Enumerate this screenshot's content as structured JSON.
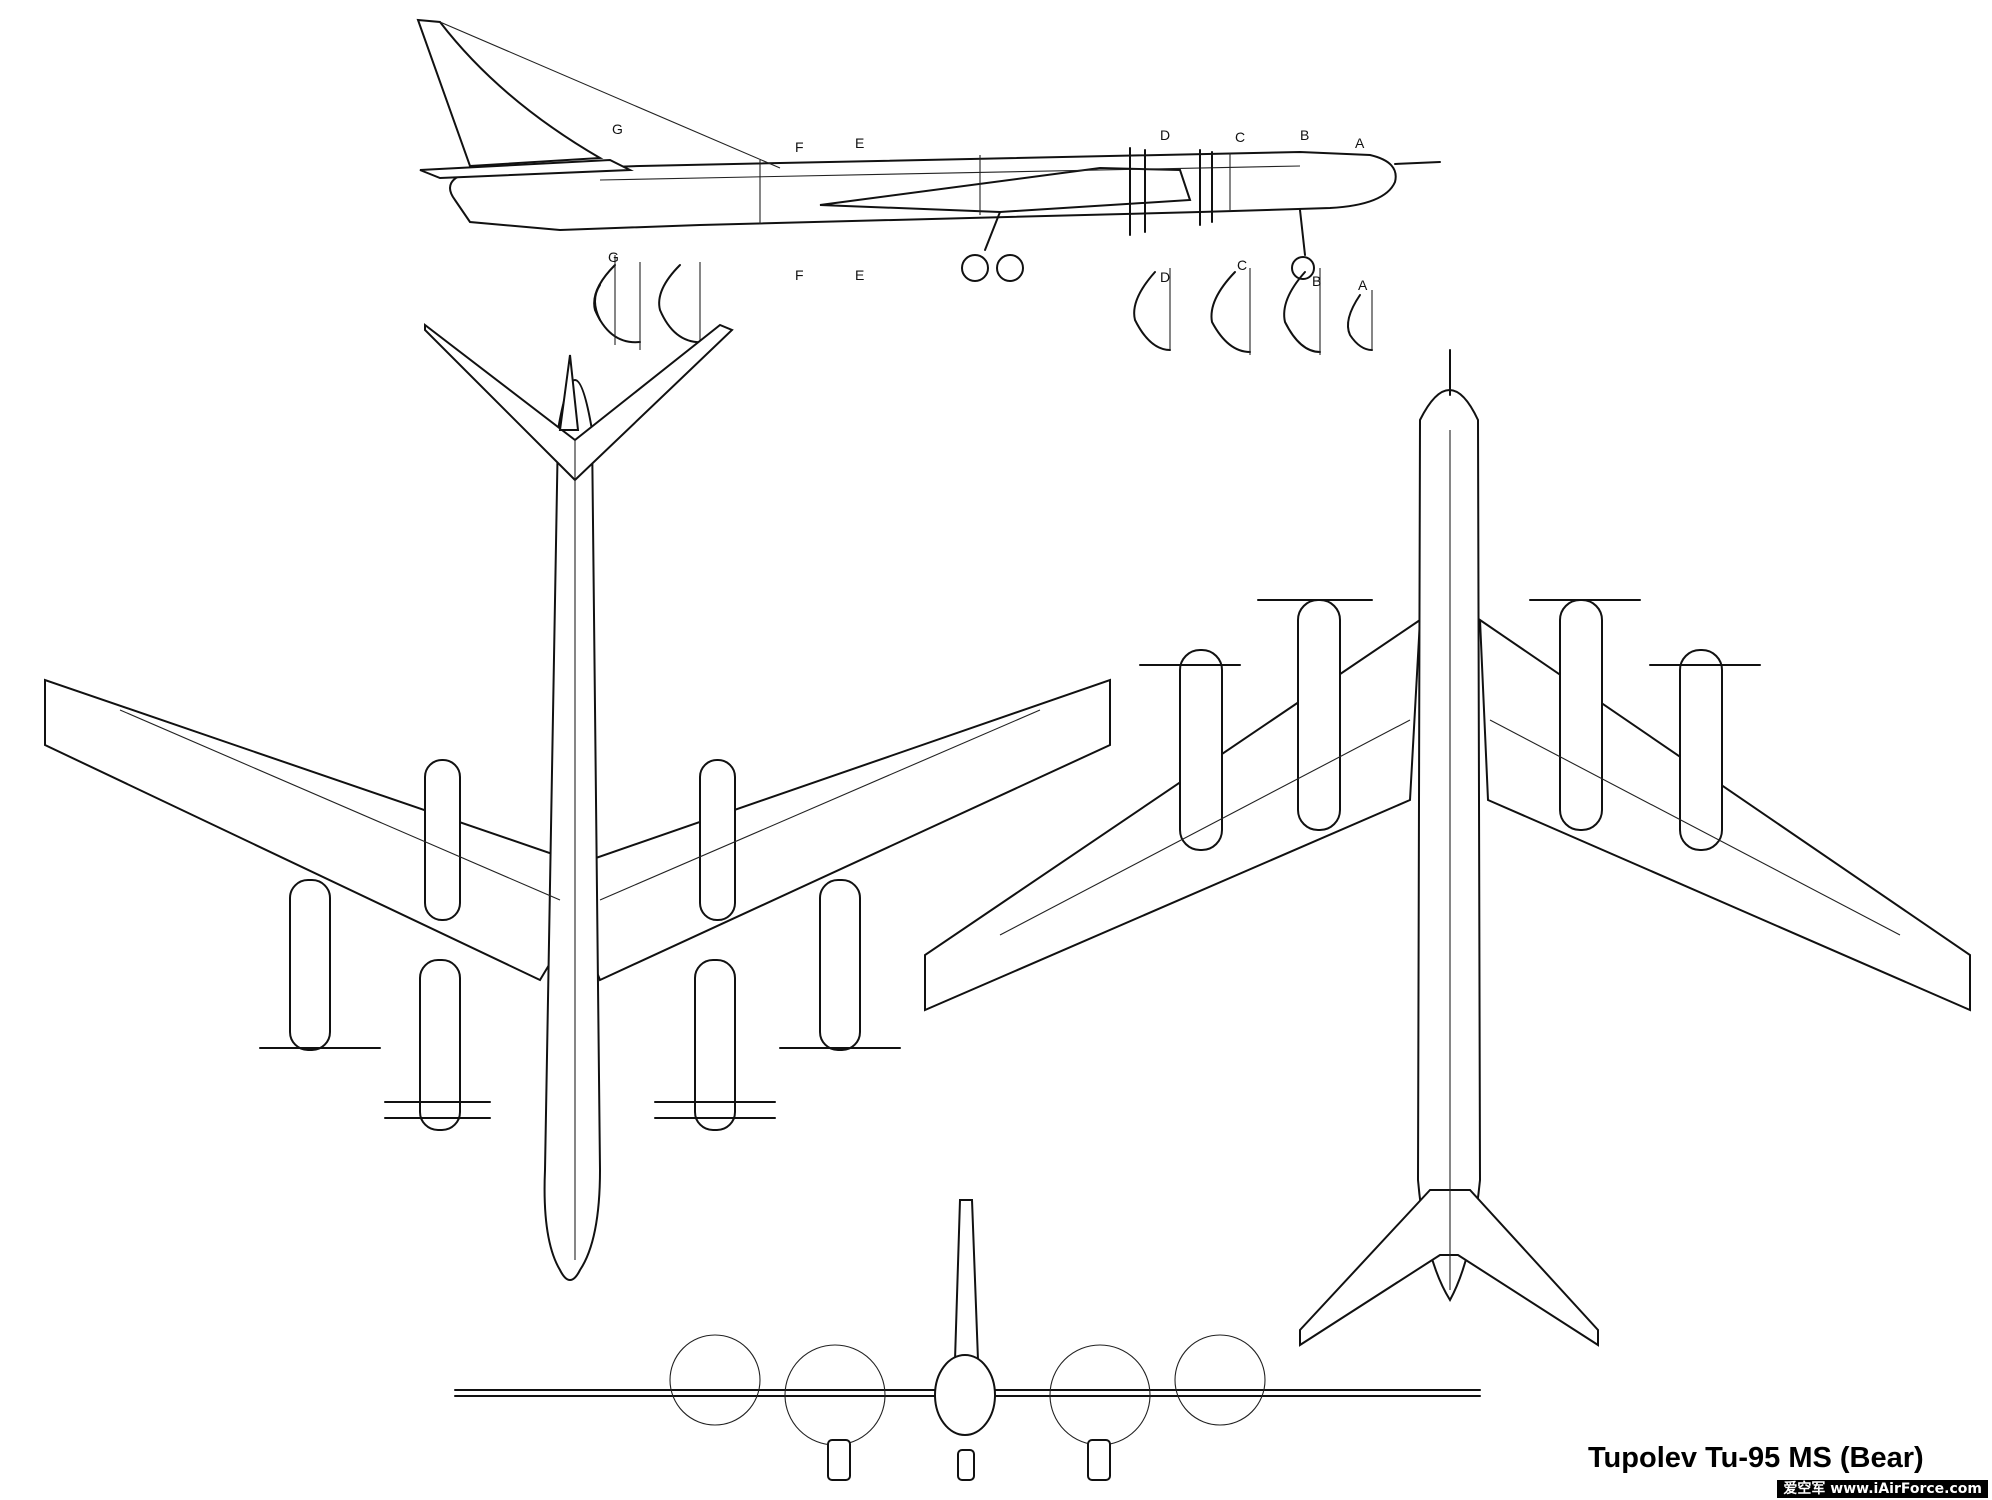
{
  "title": "Tupolev Tu-95 MS (Bear)",
  "watermark": "爱空军 www.iAirForce.com",
  "section_labels": [
    "A",
    "B",
    "C",
    "D",
    "E",
    "F",
    "G"
  ],
  "views": [
    "side-view",
    "top-view",
    "bottom-view",
    "front-view"
  ],
  "colors": {
    "line": "#111111",
    "background": "#ffffff"
  }
}
